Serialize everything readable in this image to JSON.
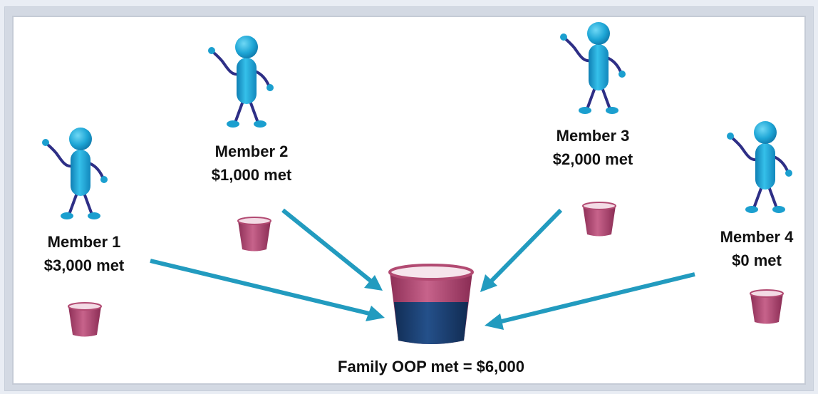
{
  "members": [
    {
      "name": "Member 1",
      "amount": "$3,000 met"
    },
    {
      "name": "Member 2",
      "amount": "$1,000 met"
    },
    {
      "name": "Member 3",
      "amount": "$2,000 met"
    },
    {
      "name": "Member 4",
      "amount": "$0 met"
    }
  ],
  "family": {
    "label": "Family OOP met = $6,000"
  },
  "colors": {
    "figure": "#1b9fcf",
    "limbs": "#2e2f86",
    "bucket": "#b24a72",
    "bucket_fill": "#1c3f6e",
    "arrow": "#229bbf"
  }
}
